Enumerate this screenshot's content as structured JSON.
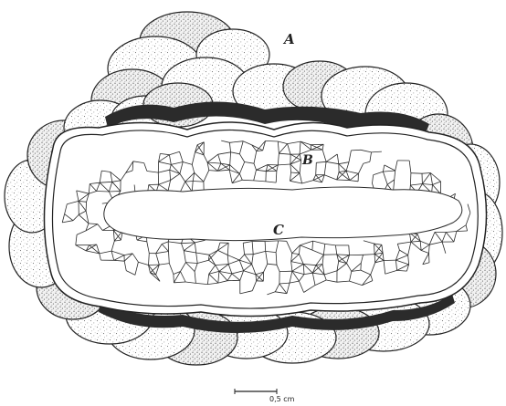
{
  "labels": {
    "a": "A",
    "b": "B",
    "c": "C"
  },
  "scale_bar": {
    "text": "0,5 cm"
  },
  "colors": {
    "ink": "#222222",
    "stipple": "#6a6a6a",
    "shadow": "#2a2a2a",
    "background": "#ffffff"
  }
}
